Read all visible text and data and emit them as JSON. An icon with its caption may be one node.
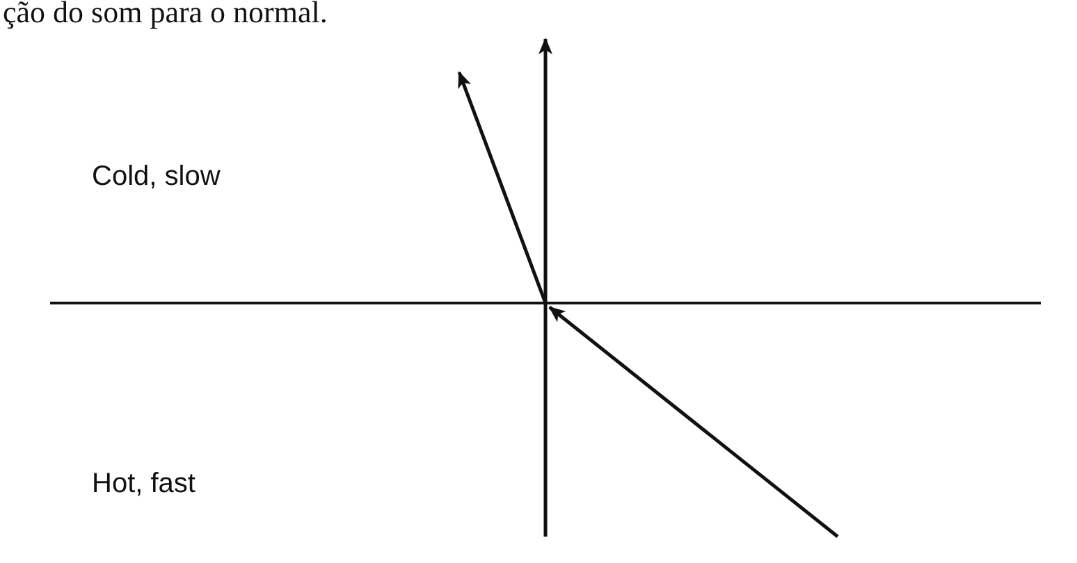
{
  "diagram": {
    "labels": [
      "ção do som para o normal.",
      "Cold, slow",
      "Hot, fast"
    ]
  }
}
